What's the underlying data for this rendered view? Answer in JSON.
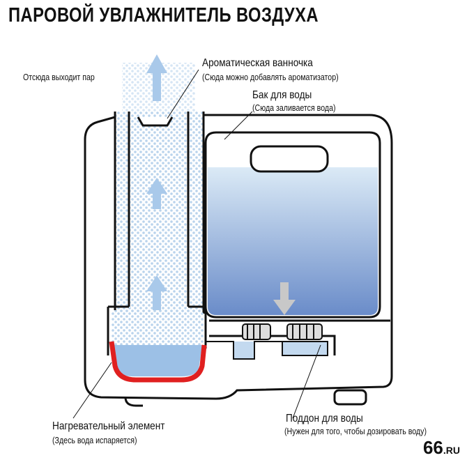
{
  "title": "ПАРОВОЙ УВЛАЖНИТЕЛЬ ВОЗДУХА",
  "labels": {
    "steam_out": "Отсюда выходит пар",
    "aroma_title": "Ароматическая ванночка",
    "aroma_note": "(Сюда можно добавлять ароматизатор)",
    "tank_title": "Бак для воды",
    "tank_note": "(Сюда заливается вода)",
    "heater_title": "Нагревательный элемент",
    "heater_note": "(Здесь вода испаряется)",
    "tray_title": "Поддон для воды",
    "tray_note": "(Нужен для того, чтобы дозировать воду)"
  },
  "logo": {
    "main": "66",
    "suffix": ".RU"
  },
  "colors": {
    "water_top": "#d7e8f5",
    "water_bottom": "#6e8fcb",
    "heater": "#e02020",
    "arrow": "#a9c9ea",
    "outline": "#111111"
  }
}
